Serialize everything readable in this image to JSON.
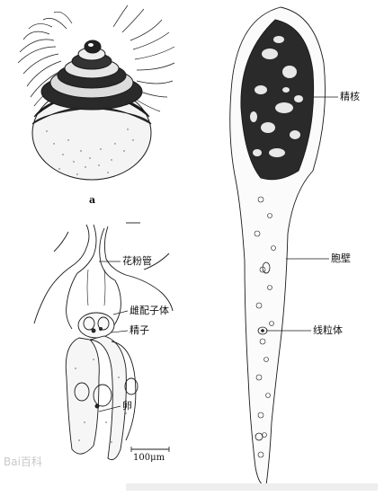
{
  "figure": {
    "panel_a_label": "a",
    "labels": {
      "pollen_tube": "花粉管",
      "female_gametophyte": "雌配子体",
      "sperm": "精子",
      "egg": "卵",
      "sperm_nucleus": "精核",
      "cell_wall": "胞壁",
      "mitochondria": "线粒体"
    },
    "scale_bar": "100μm",
    "watermark": "Bai百科"
  },
  "colors": {
    "ink": "#1a1a1a",
    "paper": "#ffffff",
    "wash": "#f3f3f3"
  }
}
